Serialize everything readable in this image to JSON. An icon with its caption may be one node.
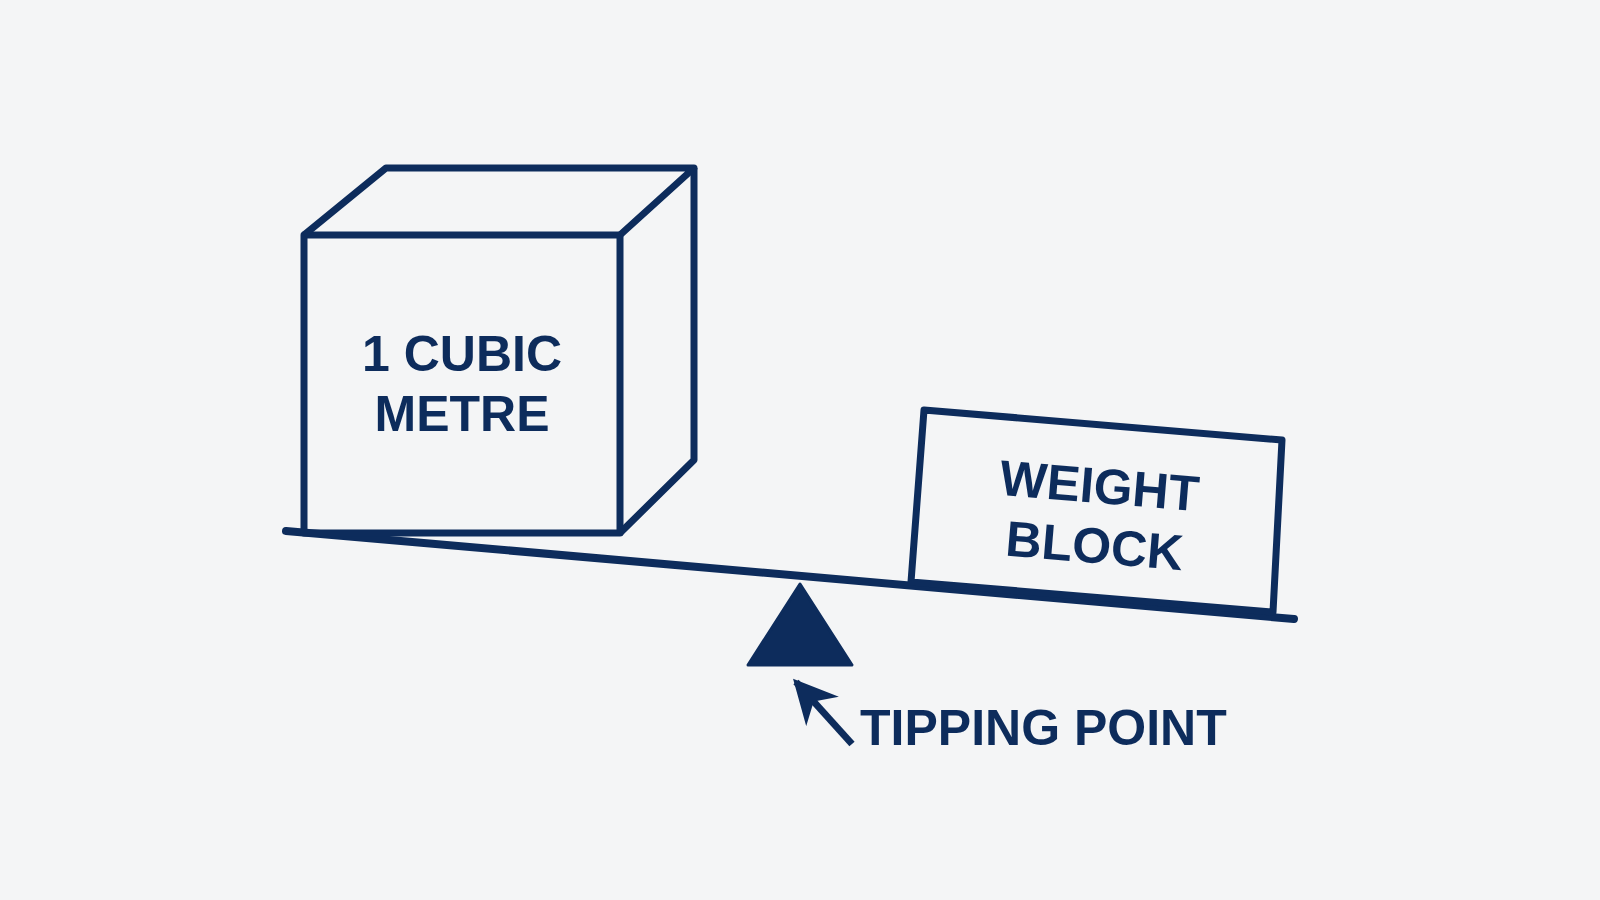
{
  "diagram": {
    "nodes": [
      {
        "text": [
          "1 CUBIC METRE"
        ]
      },
      {
        "text": [
          "WEIGHT BLOCK"
        ]
      },
      {
        "text": [],
        "shape": "triangle"
      },
      {
        "text": [
          "TIPPING POINT"
        ]
      }
    ],
    "edges": [
      {
        "from": 3,
        "to": 2,
        "arrow": "to"
      }
    ]
  }
}
